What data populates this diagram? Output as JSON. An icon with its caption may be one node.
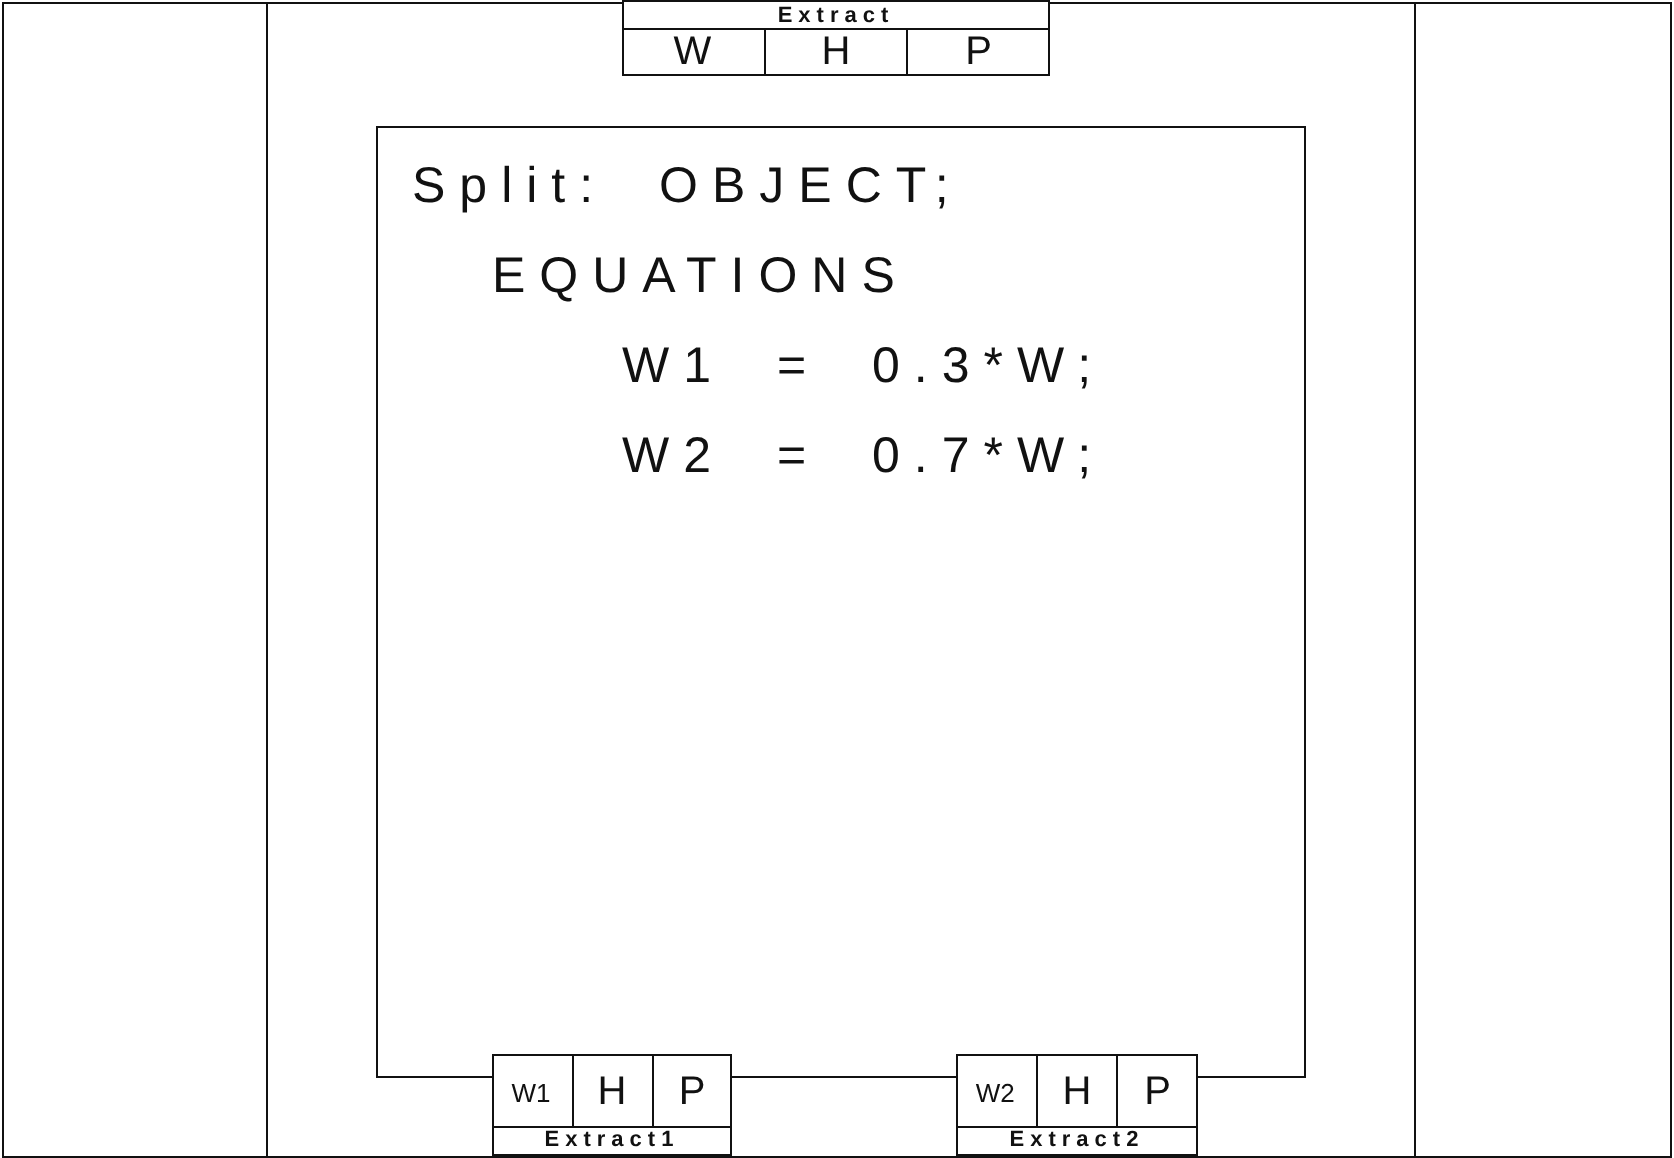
{
  "diagram": {
    "nodes": [
      {
        "text": [
          "Split: OBJECT;",
          "EQUATIONS",
          "W1 = 0.3*W;",
          "W2 = 0.7*W;"
        ]
      },
      {
        "text": [
          "Extract"
        ]
      },
      {
        "text": [
          "W"
        ],
        "in": 1
      },
      {
        "text": [
          "H"
        ],
        "in": 1
      },
      {
        "text": [
          "P"
        ],
        "in": 1
      },
      {
        "text": [
          "Extract1"
        ]
      },
      {
        "text": [
          "W1"
        ],
        "in": 5
      },
      {
        "text": [
          "H"
        ],
        "in": 5
      },
      {
        "text": [
          "P"
        ],
        "in": 5
      },
      {
        "text": [
          "Extract2"
        ]
      },
      {
        "text": [
          "W2"
        ],
        "in": 9
      },
      {
        "text": [
          "H"
        ],
        "in": 9
      },
      {
        "text": [
          "P"
        ],
        "in": 9
      }
    ]
  }
}
